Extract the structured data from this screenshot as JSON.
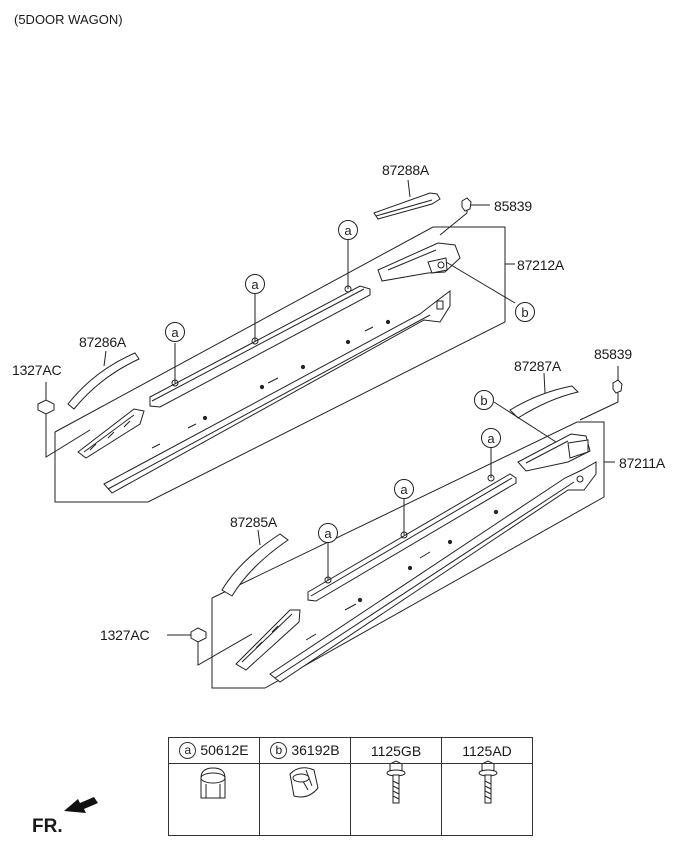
{
  "variant": "(5DOOR WAGON)",
  "front_label": "FR.",
  "callouts": {
    "c_87288A": "87288A",
    "c_85839_top": "85839",
    "c_87212A": "87212A",
    "c_87286A": "87286A",
    "c_1327AC_top": "1327AC",
    "c_87287A": "87287A",
    "c_85839_bottom": "85839",
    "c_87211A": "87211A",
    "c_87285A": "87285A",
    "c_1327AC_bottom": "1327AC"
  },
  "markers": {
    "a": "a",
    "b": "b"
  },
  "legend": [
    {
      "key": "a",
      "part": "50612E",
      "icon": "clip-a-icon"
    },
    {
      "key": "b",
      "part": "36192B",
      "icon": "clip-b-icon"
    },
    {
      "key": "",
      "part": "1125GB",
      "icon": "bolt-icon"
    },
    {
      "key": "",
      "part": "1125AD",
      "icon": "bolt-icon"
    }
  ]
}
